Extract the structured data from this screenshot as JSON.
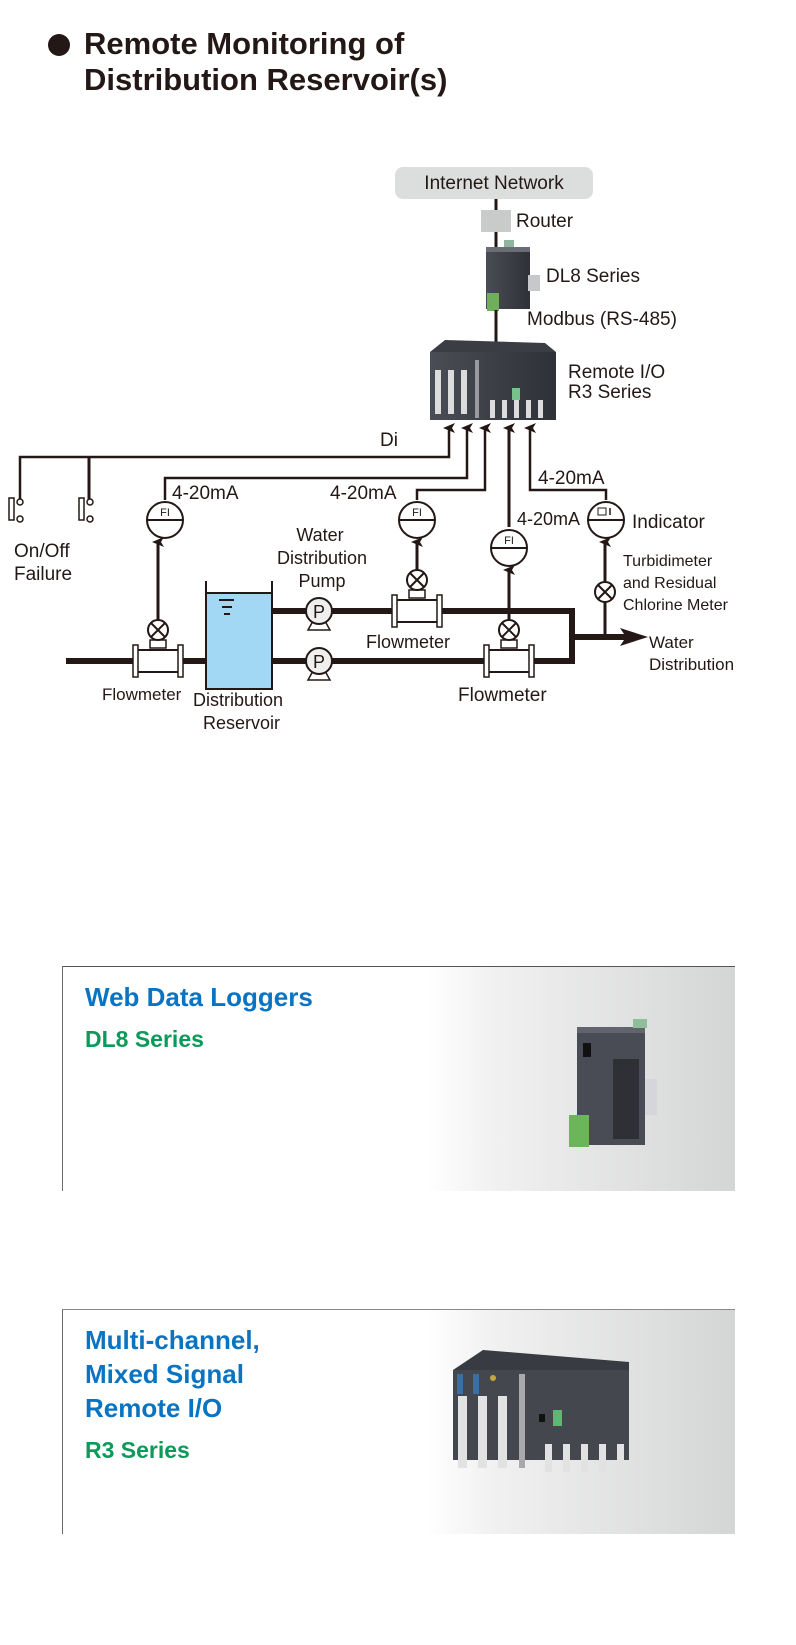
{
  "title": {
    "line1": "Remote Monitoring of",
    "line2": "Distribution Reservoir(s)"
  },
  "diagram": {
    "internet_label": "Internet Network",
    "router_label": "Router",
    "dl8_label": "DL8 Series",
    "modbus_label": "Modbus (RS-485)",
    "remote_io_line1": "Remote I/O",
    "remote_io_line2": "R3 Series",
    "di_label": "Di",
    "signal_label": "4-20mA",
    "onoff_line1": "On/Off",
    "onoff_line2": "Failure",
    "fi_label": "FI",
    "indicator_label": "Indicator",
    "pump_line1": "Water",
    "pump_line2": "Distribution",
    "pump_line3": "Pump",
    "pump_symbol": "P",
    "flowmeter_label": "Flowmeter",
    "reservoir_line1": "Distribution",
    "reservoir_line2": "Reservoir",
    "turbidimeter_line1": "Turbidimeter",
    "turbidimeter_line2": "and Residual",
    "turbidimeter_line3": "Chlorine Meter",
    "water_dist_line1": "Water",
    "water_dist_line2": "Distribution",
    "colors": {
      "line": "#231815",
      "water": "#a3d8f4",
      "internet_box": "#dcdddd",
      "router": "#c9caca"
    }
  },
  "cards": [
    {
      "title": "Web Data Loggers",
      "series": "DL8 Series"
    },
    {
      "title_lines": [
        "Multi-channel,",
        "Mixed Signal",
        "Remote I/O"
      ],
      "series": "R3 Series"
    }
  ],
  "colors": {
    "card_title": "#0a74c2",
    "card_series": "#0b9a5a"
  }
}
